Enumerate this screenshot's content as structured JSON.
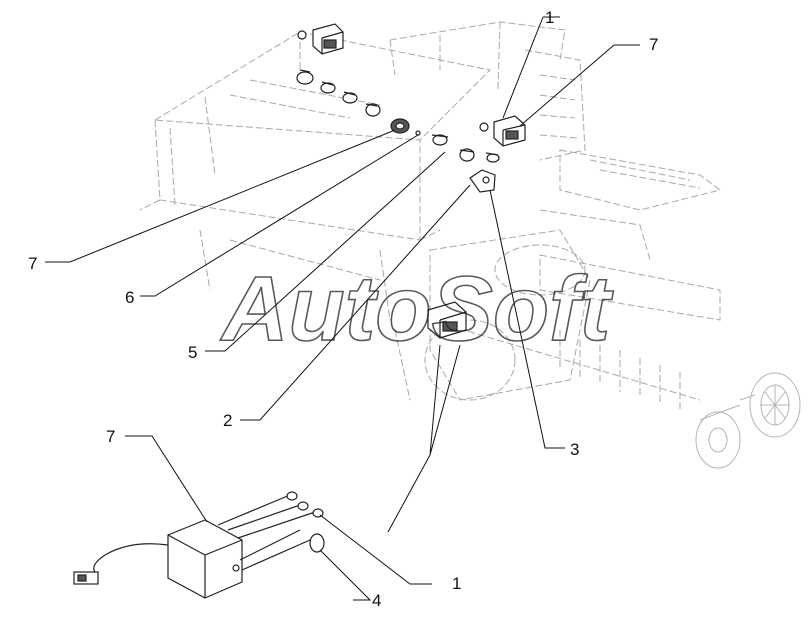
{
  "watermark": "AutoSoft",
  "callouts": [
    {
      "id": "c1-top",
      "label": "1"
    },
    {
      "id": "c7-top",
      "label": "7"
    },
    {
      "id": "c7-left",
      "label": "7"
    },
    {
      "id": "c6",
      "label": "6"
    },
    {
      "id": "c5",
      "label": "5"
    },
    {
      "id": "c2",
      "label": "2"
    },
    {
      "id": "c3",
      "label": "3"
    },
    {
      "id": "c7-box",
      "label": "7"
    },
    {
      "id": "c1-bottom",
      "label": "1"
    },
    {
      "id": "c4",
      "label": "4"
    }
  ]
}
